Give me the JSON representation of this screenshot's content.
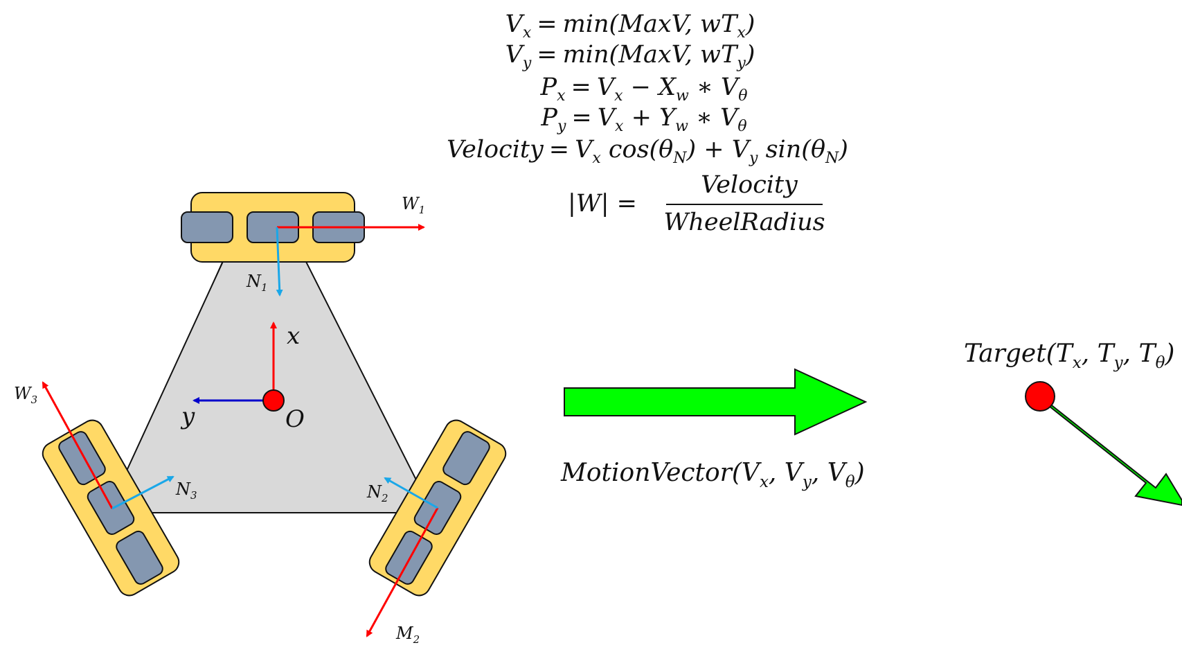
{
  "equations": [
    {
      "lhs_main": "V",
      "lhs_sub": "x",
      "eq": "=",
      "rhs_a": "min(MaxV, wT",
      "rhs_sub": "x",
      "rhs_b": ")"
    },
    {
      "lhs_main": "V",
      "lhs_sub": "y",
      "eq": "=",
      "rhs_a": "min(MaxV, wT",
      "rhs_sub": "y",
      "rhs_b": ")"
    },
    {
      "lhs_main": "P",
      "lhs_sub": "x",
      "eq": "=",
      "rhs": "V",
      "s1": "x",
      "op": " − X",
      "s2": "w",
      "op2": " ∗ V",
      "s3": "θ"
    },
    {
      "lhs_main": "P",
      "lhs_sub": "y",
      "eq": "=",
      "rhs": "V",
      "s1": "x",
      "op": " + Y",
      "s2": "w",
      "op2": " ∗ V",
      "s3": "θ"
    },
    {
      "lhs": "Velocity",
      "eq": "=",
      "t1": "V",
      "s1": "x",
      "t2": " cos(θ",
      "s2": "N",
      "t3": ") + V",
      "s3": "y",
      "t4": " sin(θ",
      "s4": "N",
      "t5": ")"
    },
    {
      "lhs": "|W| =",
      "numerator": "Velocity",
      "denominator": "WheelRadius"
    }
  ],
  "robot_labels": {
    "w1": {
      "main": "W",
      "sub": "1"
    },
    "n1": {
      "main": "N",
      "sub": "1"
    },
    "w3": {
      "main": "W",
      "sub": "3"
    },
    "n3": {
      "main": "N",
      "sub": "3"
    },
    "n2": {
      "main": "N",
      "sub": "2"
    },
    "m2": {
      "main": "M",
      "sub": "2"
    },
    "axis_x": "x",
    "axis_y": "y",
    "origin": "O"
  },
  "motion_vector": {
    "a": "MotionVector(V",
    "s1": "x",
    "b": ", V",
    "s2": "y",
    "c": ", V",
    "s3": "θ",
    "d": ")"
  },
  "target": {
    "a": "Target(T",
    "s1": "x",
    "b": ", T",
    "s2": "y",
    "c": ", T",
    "s3": "θ",
    "d": ")"
  },
  "colors": {
    "wheel_body": "#ffd966",
    "roller": "#8497b0",
    "chassis": "#d9d9d9",
    "red_arrow": "#ff0000",
    "blue_arrow": "#1aa7e8",
    "axis_blue": "#0000cc",
    "green": "#00ff00",
    "dot": "#ff0000"
  }
}
